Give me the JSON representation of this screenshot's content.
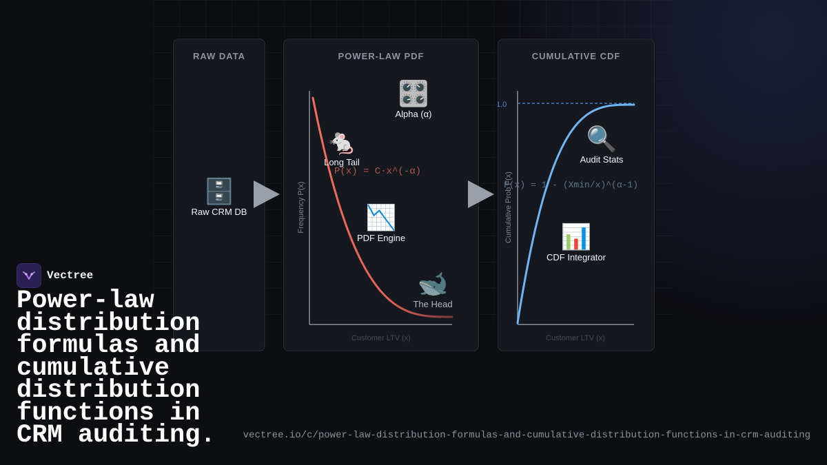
{
  "panels": {
    "raw": {
      "title": "RAW DATA"
    },
    "pdf": {
      "title": "POWER-LAW PDF"
    },
    "cdf": {
      "title": "CUMULATIVE CDF"
    }
  },
  "nodes": {
    "raw_db": {
      "label": "Raw CRM DB",
      "icon": "file-cabinet-icon",
      "glyph": "🗄️"
    },
    "alpha": {
      "label": "Alpha (α)",
      "icon": "control-knobs-icon",
      "glyph": "🎛️"
    },
    "long_tail": {
      "label": "Long Tail",
      "icon": "mouse-icon",
      "glyph": "🐁"
    },
    "pdf_engine": {
      "label": "PDF Engine",
      "icon": "chart-decreasing-icon",
      "glyph": "📉"
    },
    "the_head": {
      "label": "The Head",
      "icon": "whale-icon",
      "glyph": "🐋"
    },
    "audit_stats": {
      "label": "Audit Stats",
      "icon": "magnifier-icon",
      "glyph": "🔍"
    },
    "cdf_integrator": {
      "label": "CDF Integrator",
      "icon": "bar-chart-icon",
      "glyph": "📊"
    }
  },
  "pdf_chart": {
    "formula": "P(x) = C·x^(-α)",
    "ylabel": "Frequency P(x)",
    "xlabel": "Customer LTV (x)"
  },
  "cdf_chart": {
    "formula": "F(x) = 1 - (Xmin/x)^(α-1)",
    "ylabel": "Cumulative Prob F(x)",
    "xlabel": "Customer LTV (x)",
    "asymptote_label": "1.0"
  },
  "brand": {
    "name": "Vectree"
  },
  "headline": "Power-law distribution formulas and cumulative distribution functions in CRM auditing.",
  "url": "vectree.io/c/power-law-distribution-formulas-and-cumulative-distribution-functions-in-crm-auditing",
  "colors": {
    "pdf_curve": "#f07060",
    "cdf_curve": "#6fb4f5",
    "pdf_formula": "#b2554a",
    "cdf_formula": "#5d7590",
    "asymptote": "#4a8ee0"
  }
}
